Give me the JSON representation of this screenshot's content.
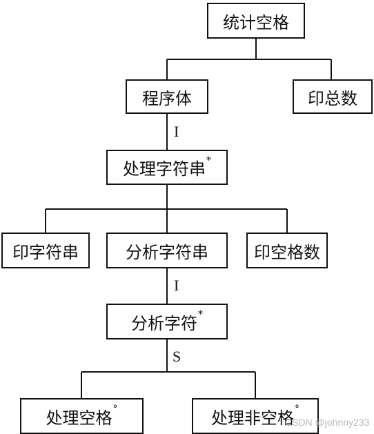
{
  "nodes": {
    "root": "统计空格",
    "program_body": "程序体",
    "print_total": "印总数",
    "process_string": "处理字符串",
    "process_string_mark": "*",
    "print_string": "印字符串",
    "analyze_string": "分析字符串",
    "print_space_count": "印空格数",
    "analyze_char": "分析字符",
    "analyze_char_mark": "*",
    "process_space": "处理空格",
    "process_space_mark": "°",
    "process_nonspace": "处理非空格",
    "process_nonspace_mark": "°"
  },
  "edge_labels": {
    "iteration_1": "I",
    "iteration_2": "I",
    "selection": "S"
  },
  "watermark": "CSDN @johnny233"
}
